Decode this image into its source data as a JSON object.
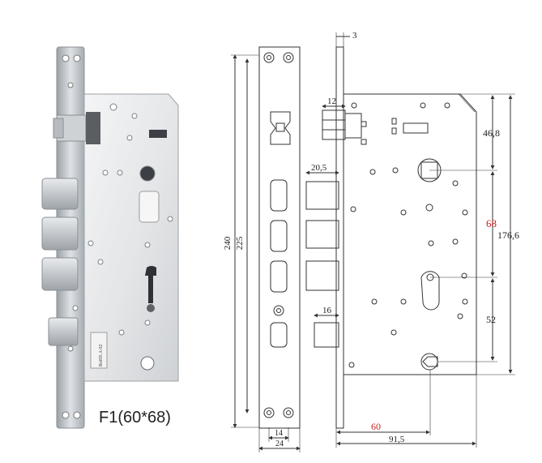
{
  "photo": {
    "caption": "F1(60*68)",
    "label_plate_text": "RoHS A 02"
  },
  "front_view": {
    "dim_total_length": "240",
    "dim_hole_pitch": "225",
    "dim_faceplate_width_inner": "14",
    "dim_faceplate_width_outer": "24"
  },
  "side_view": {
    "dim_faceplate_thickness": "3",
    "dim_latch_12": "12",
    "dim_bolt_20_5": "20,5",
    "dim_deadbolt_16": "16",
    "dim_46_8": "46,8",
    "dim_68": "68",
    "dim_176_6": "176,6",
    "dim_52": "52",
    "dim_backset_60": "60",
    "dim_depth_91_5": "91,5"
  },
  "colors": {
    "line": "#333333",
    "accent_red": "#cc1f1f",
    "steel_light": "#e4e6e8",
    "steel_mid": "#c9ccd0",
    "steel_dark": "#8e9399"
  }
}
